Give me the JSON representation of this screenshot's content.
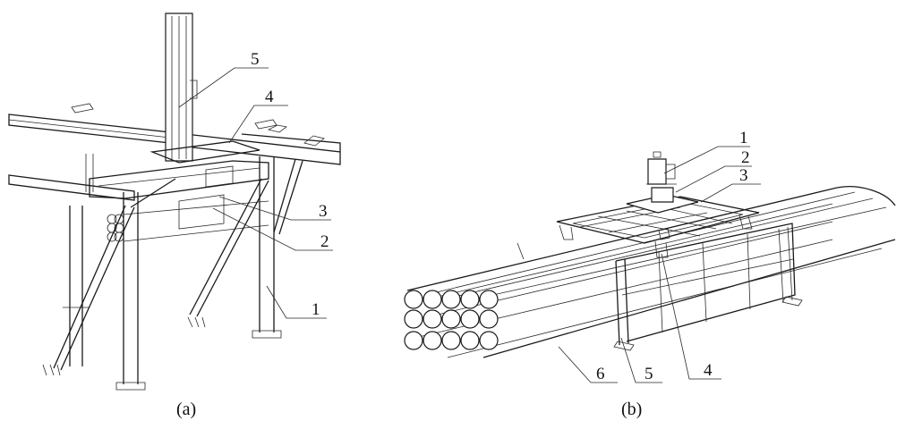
{
  "figure_a": {
    "caption": "(a)",
    "callouts": [
      "5",
      "4",
      "3",
      "2",
      "1"
    ]
  },
  "figure_b": {
    "caption": "(b)",
    "callouts": [
      "1",
      "2",
      "3",
      "4",
      "5",
      "6"
    ]
  }
}
